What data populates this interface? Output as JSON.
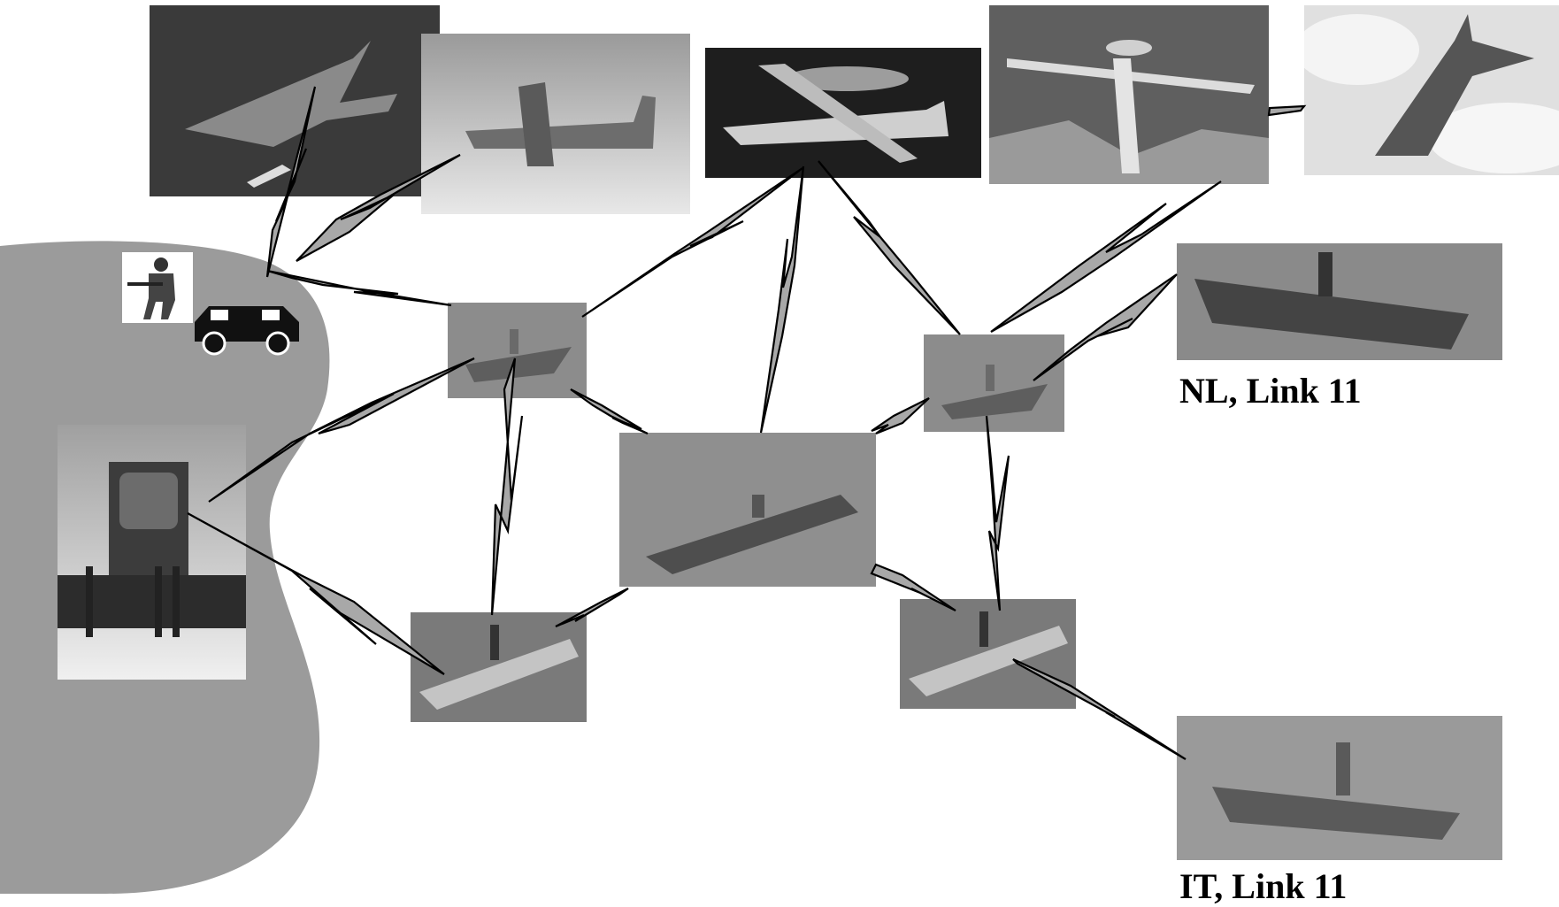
{
  "colors": {
    "land": "#9b9b9b",
    "link_line": "#000000",
    "bolt_fill": "#a8a8a8"
  },
  "labels": {
    "nl": "NL, Link 11",
    "it": "IT, Link 11"
  },
  "icons": [
    "fighter-jet-photo",
    "attack-aircraft-photo",
    "hawkeye-aircraft-photo",
    "awacs-aircraft-photo",
    "fighter-jet-cloud-photo",
    "soldier-icon",
    "humvee-icon",
    "radar-photo",
    "ship-photo",
    "aircraft-carrier-photo"
  ]
}
